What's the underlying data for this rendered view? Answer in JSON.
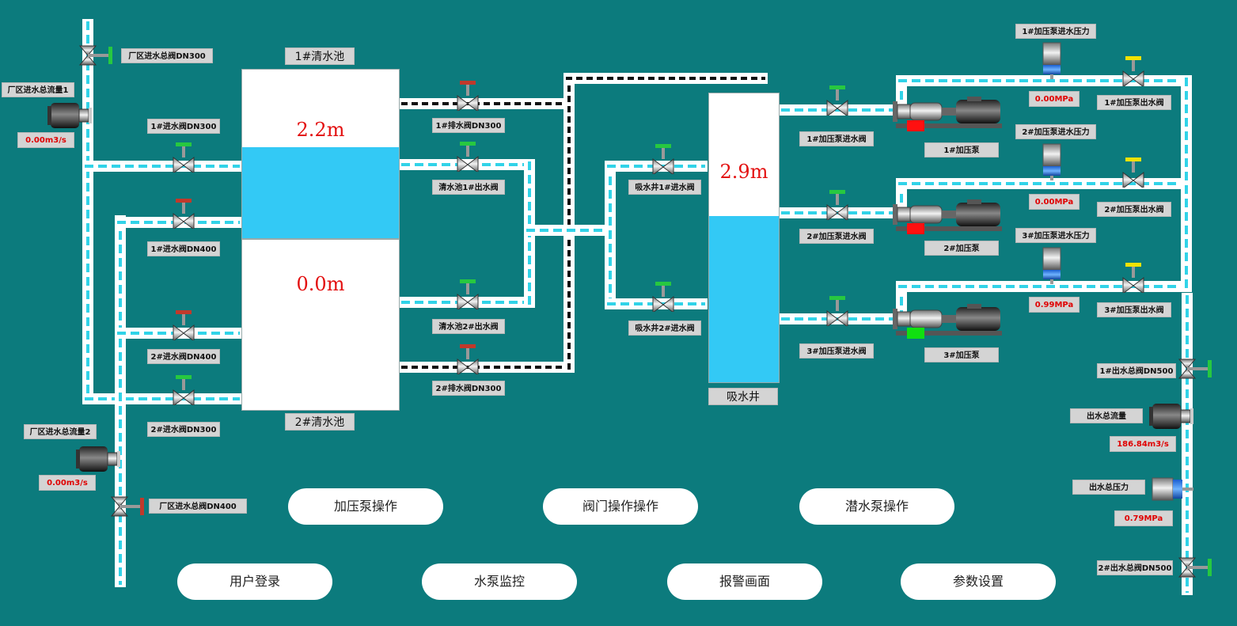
{
  "colors": {
    "background": "#0c7b7d",
    "water": "#33c9f5",
    "pipe_flow": "#31d3e8",
    "level_text": "#e31010",
    "valve_open": "#27c840",
    "valve_closed": "#c0392b",
    "valve_manual": "#f2e200"
  },
  "tanks": {
    "clean1": {
      "name": "1#清水池",
      "level": "2.2m"
    },
    "clean2": {
      "name": "2#清水池",
      "level": "0.0m"
    },
    "suction": {
      "name": "吸水井",
      "level": "2.9m"
    }
  },
  "meters": {
    "inflow1": {
      "label": "厂区进水总流量1",
      "value": "0.00m3/s"
    },
    "inflow2": {
      "label": "厂区进水总流量2",
      "value": "0.00m3/s"
    },
    "outflow": {
      "label": "出水总流量",
      "value": "186.84m3/s"
    },
    "outpress": {
      "label": "出水总压力",
      "value": "0.79MPa"
    }
  },
  "valves": {
    "main_in_300": "厂区进水总阀DN300",
    "main_in_400": "厂区进水总阀DN400",
    "in1_300": "1#进水阀DN300",
    "in1_400": "1#进水阀DN400",
    "in2_400": "2#进水阀DN400",
    "in2_300": "2#进水阀DN300",
    "drain1": "1#排水阀DN300",
    "drain2": "2#排水阀DN300",
    "out1": "清水池1#出水阀",
    "out2": "清水池2#出水阀",
    "suct_in1": "吸水井1#进水阀",
    "suct_in2": "吸水井2#进水阀",
    "bp_in1": "1#加压泵进水阀",
    "bp_in2": "2#加压泵进水阀",
    "bp_in3": "3#加压泵进水阀",
    "bp_out1": "1#加压泵出水阀",
    "bp_out2": "2#加压泵出水阀",
    "bp_out3": "3#加压泵出水阀",
    "main_out1": "1#出水总阀DN500",
    "main_out2": "2#出水总阀DN500"
  },
  "pumps": [
    {
      "label": "1#加压泵",
      "pressure_label": "1#加压泵进水压力",
      "pressure": "0.00MPa",
      "status_color": "#ff1010"
    },
    {
      "label": "2#加压泵",
      "pressure_label": "2#加压泵进水压力",
      "pressure": "0.00MPa",
      "status_color": "#ff1010"
    },
    {
      "label": "3#加压泵",
      "pressure_label": "3#加压泵进水压力",
      "pressure": "0.99MPa",
      "status_color": "#10e010"
    }
  ],
  "buttons": {
    "booster_op": "加压泵操作",
    "valve_op": "阀门操作操作",
    "submersible_op": "潜水泵操作",
    "login": "用户登录",
    "pump_monitor": "水泵监控",
    "alarm": "报警画面",
    "params": "参数设置"
  }
}
